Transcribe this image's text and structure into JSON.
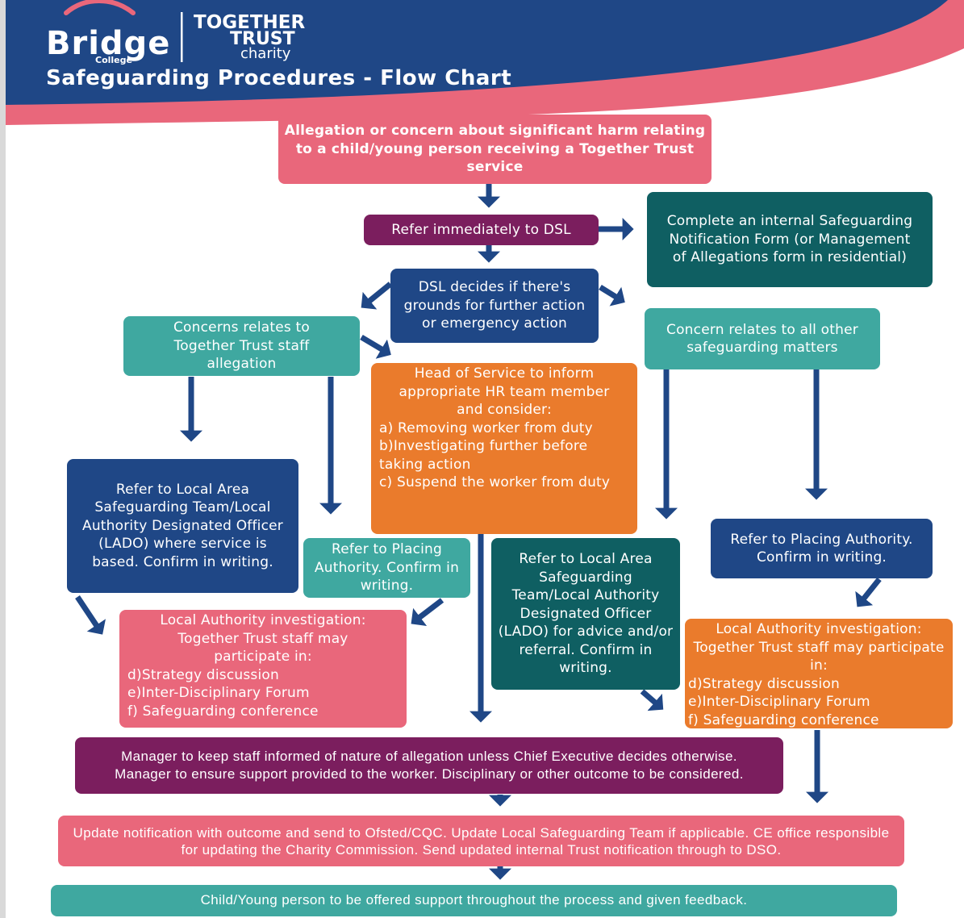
{
  "header": {
    "brand_bridge": "Bridge",
    "brand_college": "College",
    "brand_together": "TOGETHER",
    "brand_trust": "TRUST",
    "brand_charity": "charity",
    "title": "Safeguarding Procedures - Flow Chart"
  },
  "nodes": {
    "allegation": "Allegation or concern about significant harm relating to a child/young person receiving a Together Trust service",
    "refer_dsl": "Refer immediately to DSL",
    "complete_form": "Complete an internal Safeguarding Notification Form (or Management of Allegations form in residential)",
    "dsl_decides": "DSL decides if there's grounds for further action or emergency action",
    "staff_allegation": "Concerns relates to Together Trust staff allegation",
    "other_matters": "Concern relates to all other safeguarding matters",
    "head_of_service": {
      "intro": "Head of Service to inform appropriate HR team member and consider:",
      "a": "a) Removing worker from duty",
      "b": "b)Investigating further before taking action",
      "c": "c) Suspend the worker from duty"
    },
    "refer_lado_left": "Refer to Local Area Safeguarding Team/Local Authority Designated Officer (LADO) where service is based. Confirm in writing.",
    "refer_placing_left": "Refer to Placing Authority. Confirm in writing.",
    "refer_lado_mid": "Refer to Local Area Safeguarding Team/Local Authority Designated Officer (LADO) for advice and/or referral. Confirm in writing.",
    "refer_placing_right": "Refer to Placing Authority. Confirm in writing.",
    "la_investigation_left": {
      "intro": "Local Authority investigation: Together Trust staff may participate in:",
      "d": "d)Strategy discussion",
      "e": "e)Inter-Disciplinary Forum",
      "f": "f) Safeguarding conference"
    },
    "la_investigation_right": {
      "intro": "Local Authority investigation: Together Trust staff may participate in:",
      "d": "d)Strategy discussion",
      "e": "e)Inter-Disciplinary Forum",
      "f": "f) Safeguarding conference"
    },
    "manager": "Manager to keep staff informed of nature of allegation unless Chief Executive decides otherwise. Manager to ensure support provided to the worker. Disciplinary or other outcome to be considered.",
    "update": "Update notification with outcome and send to Ofsted/CQC. Update Local Safeguarding Team if applicable. CE office responsible for updating the Charity Commission. Send updated internal Trust notification through to DSO.",
    "support": "Child/Young person to be offered support throughout the process and given feedback."
  },
  "colors": {
    "navy": "#1f4786",
    "pink": "#e9677b",
    "plum": "#7b1e5e",
    "teal": "#3fa8a0",
    "dark_teal": "#0f5f62",
    "orange": "#ea7b2c",
    "arrow": "#1f4786"
  }
}
